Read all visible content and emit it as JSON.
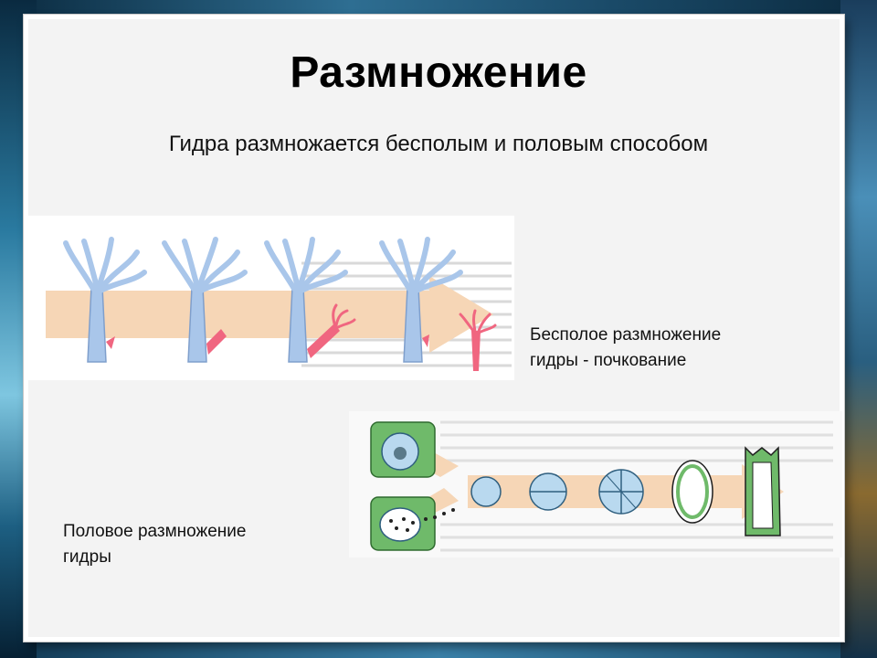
{
  "slide": {
    "title": "Размножение",
    "subtitle": "Гидра размножается бесполым и половым способом",
    "asexual_label_line1": "Бесполое размножение",
    "asexual_label_line2": "гидры - почкование",
    "sexual_label_line1": "Половое размножение",
    "sexual_label_line2": "гидры"
  },
  "colors": {
    "hydra_body": "#a9c6ea",
    "hydra_outline": "#7f9fcc",
    "bud": "#f06680",
    "arrow": "#f6d6b6",
    "cell_green": "#6fba6a",
    "cell_blue": "#b9d9ef"
  },
  "icons": {
    "budding_figure": "hydra-budding-illustration",
    "sexual_figure": "hydra-sexual-reproduction-illustration"
  }
}
